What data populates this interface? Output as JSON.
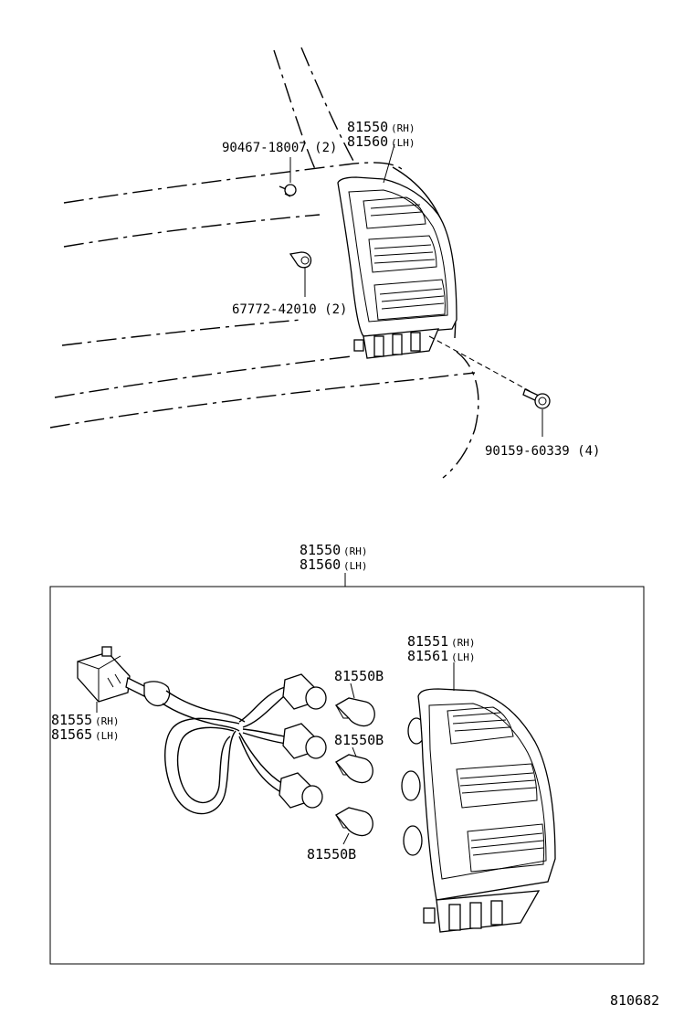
{
  "callouts": {
    "top_lamp_rh": "81550",
    "top_lamp_rh_side": "(RH)",
    "top_lamp_lh": "81560",
    "top_lamp_lh_side": "(LH)",
    "clip": "90467-18007 (2)",
    "grommet": "67772-42010 (2)",
    "screw": "90159-60339 (4)",
    "box_rh": "81550",
    "box_rh_side": "(RH)",
    "box_lh": "81560",
    "box_lh_side": "(LH)",
    "lens_rh": "81551",
    "lens_rh_side": "(RH)",
    "lens_lh": "81561",
    "lens_lh_side": "(LH)",
    "socket_rh": "81555",
    "socket_rh_side": "(RH)",
    "socket_lh": "81565",
    "socket_lh_side": "(LH)",
    "bulb_1": "81550B",
    "bulb_2": "81550B",
    "bulb_3": "81550B"
  },
  "figure_number": "810682"
}
